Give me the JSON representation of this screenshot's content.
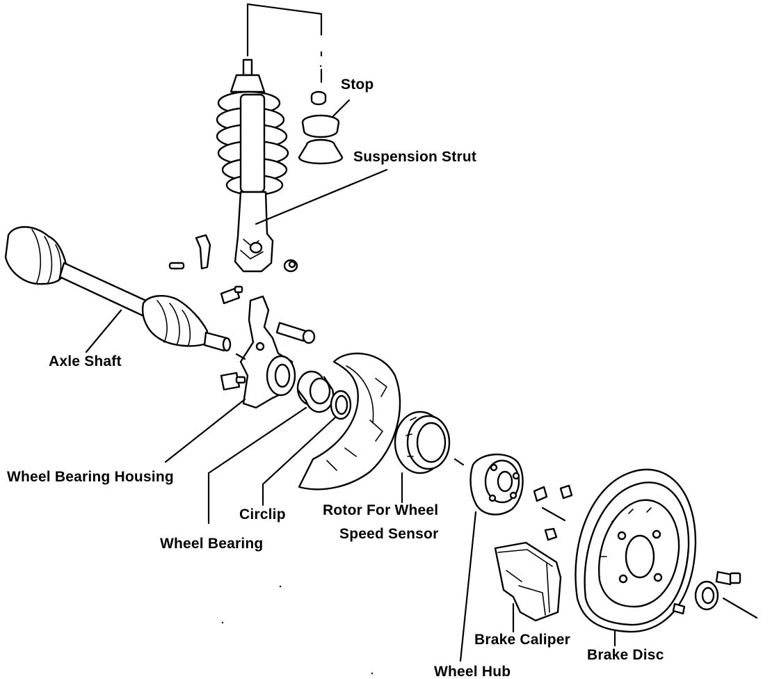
{
  "labels": {
    "stop": "Stop",
    "suspension_strut": "Suspension Strut",
    "axle_shaft": "Axle Shaft",
    "wheel_bearing_housing": "Wheel Bearing Housing",
    "circlip": "Circlip",
    "rotor_line1": "Rotor For Wheel",
    "rotor_line2": "Speed Sensor",
    "wheel_bearing": "Wheel Bearing",
    "brake_caliper": "Brake Caliper",
    "brake_disc": "Brake Disc",
    "wheel_hub": "Wheel Hub"
  }
}
